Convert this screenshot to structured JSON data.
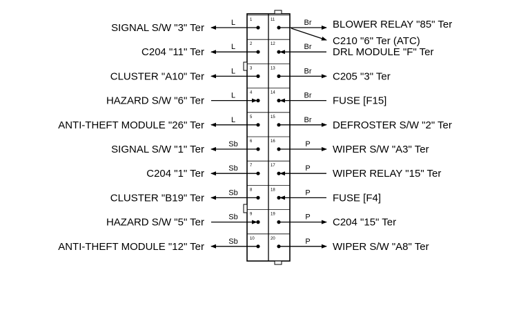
{
  "connector": {
    "left_pins": [
      {
        "pin": "1",
        "wire": "L",
        "label": "SIGNAL S/W \"3\" Ter",
        "dir": "out"
      },
      {
        "pin": "2",
        "wire": "L",
        "label": "C204 \"11\" Ter",
        "dir": "out"
      },
      {
        "pin": "3",
        "wire": "L",
        "label": "CLUSTER \"A10\" Ter",
        "dir": "out"
      },
      {
        "pin": "4",
        "wire": "L",
        "label": "HAZARD S/W \"6\" Ter",
        "dir": "in"
      },
      {
        "pin": "5",
        "wire": "L",
        "label": "ANTI-THEFT MODULE \"26\" Ter",
        "dir": "out"
      },
      {
        "pin": "6",
        "wire": "Sb",
        "label": "SIGNAL S/W \"1\" Ter",
        "dir": "out"
      },
      {
        "pin": "7",
        "wire": "Sb",
        "label": "C204 \"1\" Ter",
        "dir": "out"
      },
      {
        "pin": "8",
        "wire": "Sb",
        "label": "CLUSTER \"B19\" Ter",
        "dir": "out"
      },
      {
        "pin": "9",
        "wire": "Sb",
        "label": "HAZARD S/W \"5\" Ter",
        "dir": "in"
      },
      {
        "pin": "10",
        "wire": "Sb",
        "label": "ANTI-THEFT MODULE \"12\" Ter",
        "dir": "out"
      }
    ],
    "right_pins": [
      {
        "pin": "11",
        "wire": "Br",
        "label": "BLOWER RELAY \"85\" Ter",
        "dir": "out"
      },
      {
        "pin": "12",
        "wire": "Br",
        "label": "DRL MODULE \"F\" Ter",
        "dir": "in"
      },
      {
        "pin": "13",
        "wire": "Br",
        "label": "C205 \"3\" Ter",
        "dir": "out"
      },
      {
        "pin": "14",
        "wire": "Br",
        "label": "FUSE [F15]",
        "dir": "in"
      },
      {
        "pin": "15",
        "wire": "Br",
        "label": "DEFROSTER S/W \"2\" Ter",
        "dir": "out"
      },
      {
        "pin": "16",
        "wire": "P",
        "label": "WIPER S/W \"A3\" Ter",
        "dir": "out"
      },
      {
        "pin": "17",
        "wire": "P",
        "label": "WIPER RELAY \"15\" Ter",
        "dir": "in"
      },
      {
        "pin": "18",
        "wire": "P",
        "label": "FUSE [F4]",
        "dir": "in"
      },
      {
        "pin": "19",
        "wire": "P",
        "label": "C204 \"15\" Ter",
        "dir": "out"
      },
      {
        "pin": "20",
        "wire": "P",
        "label": "WIPER S/W \"A8\" Ter",
        "dir": "out"
      }
    ],
    "extra_right_label": "C210 \"6\" Ter (ATC)"
  }
}
